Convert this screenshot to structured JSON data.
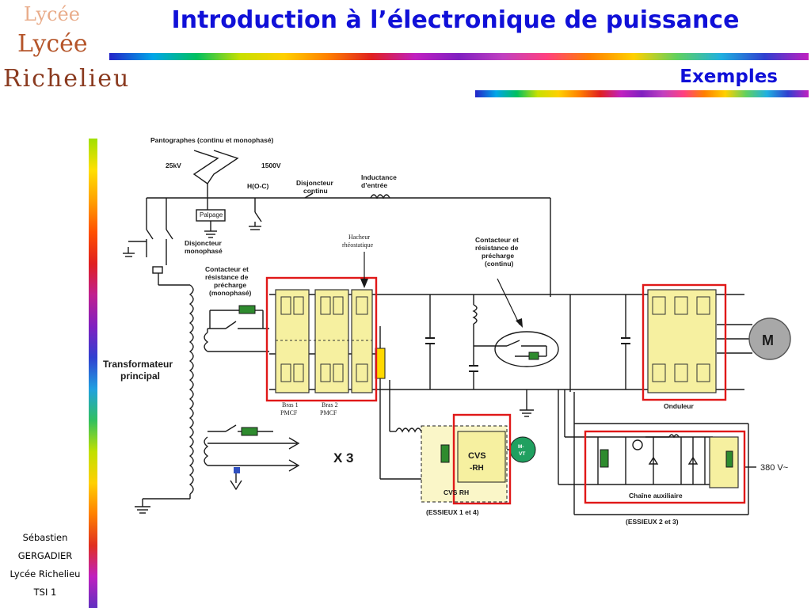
{
  "logo": {
    "line1": "Lycée",
    "line2": "Lycée",
    "line3": "Richelieu"
  },
  "title": "Introduction à l’électronique de puissance",
  "subtitle": "Exemples",
  "author": {
    "line1": "Sébastien",
    "line2": "GERGADIER",
    "line3": "Lycée Richelieu",
    "line4": "TSI 1"
  },
  "diagram": {
    "pantographes": "Pantographes (continu et monophasé)",
    "v25kv": "25kV",
    "v1500v": "1500V",
    "hoc": "H(O-C)",
    "disjoncteur_continu": [
      "Disjoncteur",
      "continu"
    ],
    "inductance": [
      "Inductance",
      "d’entrée"
    ],
    "palpage": "Palpage",
    "disjoncteur_mono": [
      "Disjoncteur",
      "monophasé"
    ],
    "contacteur_mono": [
      "Contacteur et",
      "résistance de",
      "précharge",
      "(monophasé)"
    ],
    "hacheur": [
      "Hacheur",
      "rhéostatique"
    ],
    "contacteur_continu": [
      "Contacteur et",
      "résistance de",
      "précharge",
      "(continu)"
    ],
    "transformateur": [
      "Transformateur",
      "principal"
    ],
    "bras1": [
      "Bras 1",
      "PMCF"
    ],
    "bras2": [
      "Bras 2",
      "PMCF"
    ],
    "onduleur": "Onduleur",
    "moteur": "M",
    "x3": "X 3",
    "cvs": [
      "CVS",
      "-RH"
    ],
    "cvs_label": "CVS RH",
    "mvt": [
      "M-",
      "VT"
    ],
    "essieux14": "(ESSIEUX 1 et 4)",
    "essieux23": "(ESSIEUX 2 et 3)",
    "chaine": "Chaîne auxiliaire",
    "v380": "380 V~",
    "colors": {
      "highlight": "#e01818",
      "module": "#f6f0a0",
      "resistor": "#2e8b2e",
      "line": "#1a1a1a"
    }
  }
}
